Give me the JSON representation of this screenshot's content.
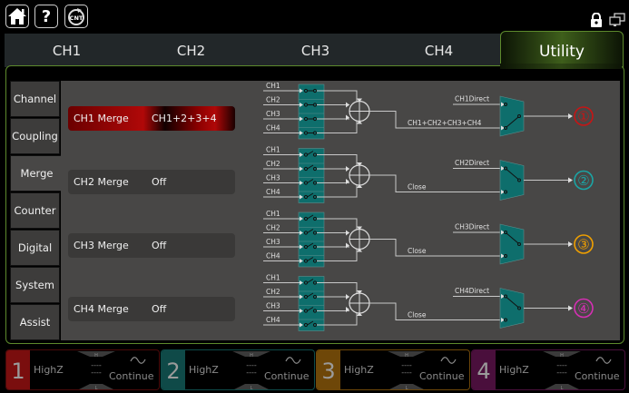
{
  "topbar": {
    "icons": [
      {
        "name": "home-icon"
      },
      {
        "name": "help-icon",
        "glyph": "?"
      },
      {
        "name": "counter-icon",
        "glyph": "CNT"
      }
    ],
    "right_icons": [
      {
        "name": "lock-icon"
      },
      {
        "name": "remote-display-icon"
      }
    ]
  },
  "tabs": [
    {
      "label": "CH1",
      "active": false
    },
    {
      "label": "CH2",
      "active": false
    },
    {
      "label": "CH3",
      "active": false
    },
    {
      "label": "CH4",
      "active": false
    },
    {
      "label": "Utility",
      "active": true
    }
  ],
  "sidebar": {
    "items": [
      {
        "label": "Channel"
      },
      {
        "label": "Coupling"
      },
      {
        "label": "Merge",
        "active": true
      },
      {
        "label": "Counter"
      },
      {
        "label": "Digital"
      },
      {
        "label": "System"
      },
      {
        "label": "Assist"
      }
    ]
  },
  "merge": {
    "rows": [
      {
        "label": "CH1 Merge",
        "value": "CH1+2+3+4",
        "active": true
      },
      {
        "label": "CH2 Merge",
        "value": "Off",
        "active": false
      },
      {
        "label": "CH3 Merge",
        "value": "Off",
        "active": false
      },
      {
        "label": "CH4 Merge",
        "value": "Off",
        "active": false
      }
    ]
  },
  "diagram": {
    "inputs": [
      "CH1",
      "CH2",
      "CH3",
      "CH4"
    ],
    "blocks": [
      {
        "direct_label": "CH1Direct",
        "sum_label": "CH1+CH2+CH3+CH4",
        "switches_closed": true,
        "mux_selects": "sum",
        "output": "①",
        "color": "#c81414"
      },
      {
        "direct_label": "CH2Direct",
        "sum_label": "Close",
        "switches_closed": false,
        "mux_selects": "direct",
        "output": "②",
        "color": "#1aa5a5"
      },
      {
        "direct_label": "CH3Direct",
        "sum_label": "Close",
        "switches_closed": false,
        "mux_selects": "direct",
        "output": "③",
        "color": "#f0a000"
      },
      {
        "direct_label": "CH4Direct",
        "sum_label": "Close",
        "switches_closed": false,
        "mux_selects": "direct",
        "output": "④",
        "color": "#d62fb4"
      }
    ]
  },
  "channels": [
    {
      "num": "1",
      "impedance": "HighZ",
      "high": "H",
      "low": "L",
      "level_top": "----",
      "level_bottom": "----",
      "mode": "Continue",
      "color": "#7a0e0e",
      "border": "#4a0a0a"
    },
    {
      "num": "2",
      "impedance": "HighZ",
      "high": "H",
      "low": "L",
      "level_top": "----",
      "level_bottom": "----",
      "mode": "Continue",
      "color": "#0f4a48",
      "border": "#0e4a48"
    },
    {
      "num": "3",
      "impedance": "HighZ",
      "high": "H",
      "low": "L",
      "level_top": "----",
      "level_bottom": "----",
      "mode": "Continue",
      "color": "#6e4708",
      "border": "#6e4708"
    },
    {
      "num": "4",
      "impedance": "HighZ",
      "high": "H",
      "low": "L",
      "level_top": "----",
      "level_bottom": "----",
      "mode": "Continue",
      "color": "#4a0f3c",
      "border": "#4a0f3c"
    }
  ]
}
